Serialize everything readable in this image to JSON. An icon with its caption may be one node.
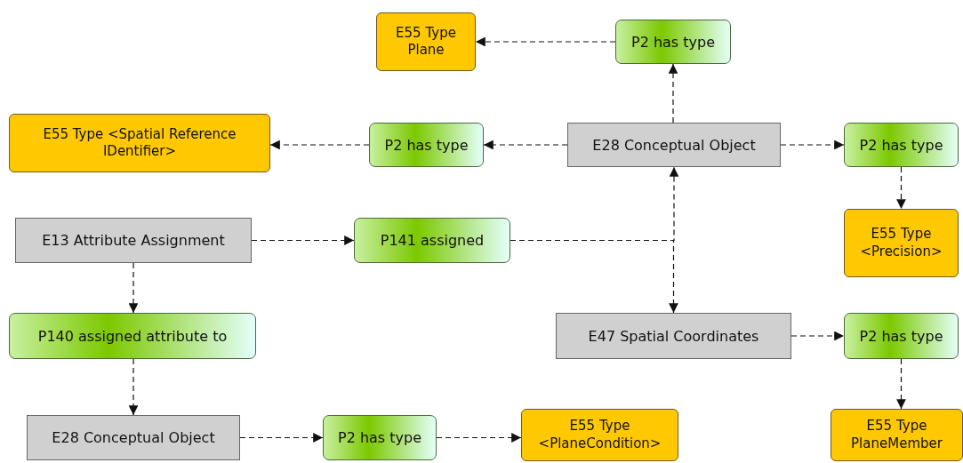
{
  "diagram": {
    "nodes": [
      {
        "text": [
          "E55 Type Plane"
        ]
      },
      {
        "text": [
          "P2 has type"
        ]
      },
      {
        "text": [
          "E55 Type <Spatial Reference IDentifier>"
        ]
      },
      {
        "text": [
          "P2 has type"
        ]
      },
      {
        "text": [
          "E28 Conceptual Object"
        ]
      },
      {
        "text": [
          "P2 has type"
        ]
      },
      {
        "text": [
          "E13 Attribute Assignment"
        ]
      },
      {
        "text": [
          "P141 assigned"
        ]
      },
      {
        "text": [
          "E55 Type <Precision>"
        ]
      },
      {
        "text": [
          "P140 assigned attribute to"
        ]
      },
      {
        "text": [
          "E47 Spatial Coordinates"
        ]
      },
      {
        "text": [
          "P2 has type"
        ]
      },
      {
        "text": [
          "E28 Conceptual Object"
        ]
      },
      {
        "text": [
          "P2 has type"
        ]
      },
      {
        "text": [
          "E55 Type <PlaneCondition>"
        ]
      },
      {
        "text": [
          "E55 Type PlaneMember"
        ]
      }
    ],
    "edges": [
      {
        "from": 4,
        "to": 1,
        "arrow": "to"
      },
      {
        "from": 1,
        "to": 0,
        "arrow": "to"
      },
      {
        "from": 4,
        "to": 3,
        "arrow": "to"
      },
      {
        "from": 3,
        "to": 2,
        "arrow": "to"
      },
      {
        "from": 4,
        "to": 5,
        "arrow": "to"
      },
      {
        "from": 5,
        "to": 8,
        "arrow": "to"
      },
      {
        "from": 6,
        "to": 7,
        "arrow": "to"
      },
      {
        "from": 7,
        "to": 4,
        "arrow": "to"
      },
      {
        "from": 7,
        "to": 10,
        "arrow": "to"
      },
      {
        "from": 6,
        "to": 9,
        "arrow": "to"
      },
      {
        "from": 9,
        "to": 12,
        "arrow": "to"
      },
      {
        "from": 12,
        "to": 13,
        "arrow": "to"
      },
      {
        "from": 13,
        "to": 14,
        "arrow": "to"
      },
      {
        "from": 10,
        "to": 11,
        "arrow": "to"
      },
      {
        "from": 11,
        "to": 15,
        "arrow": "to"
      }
    ]
  }
}
